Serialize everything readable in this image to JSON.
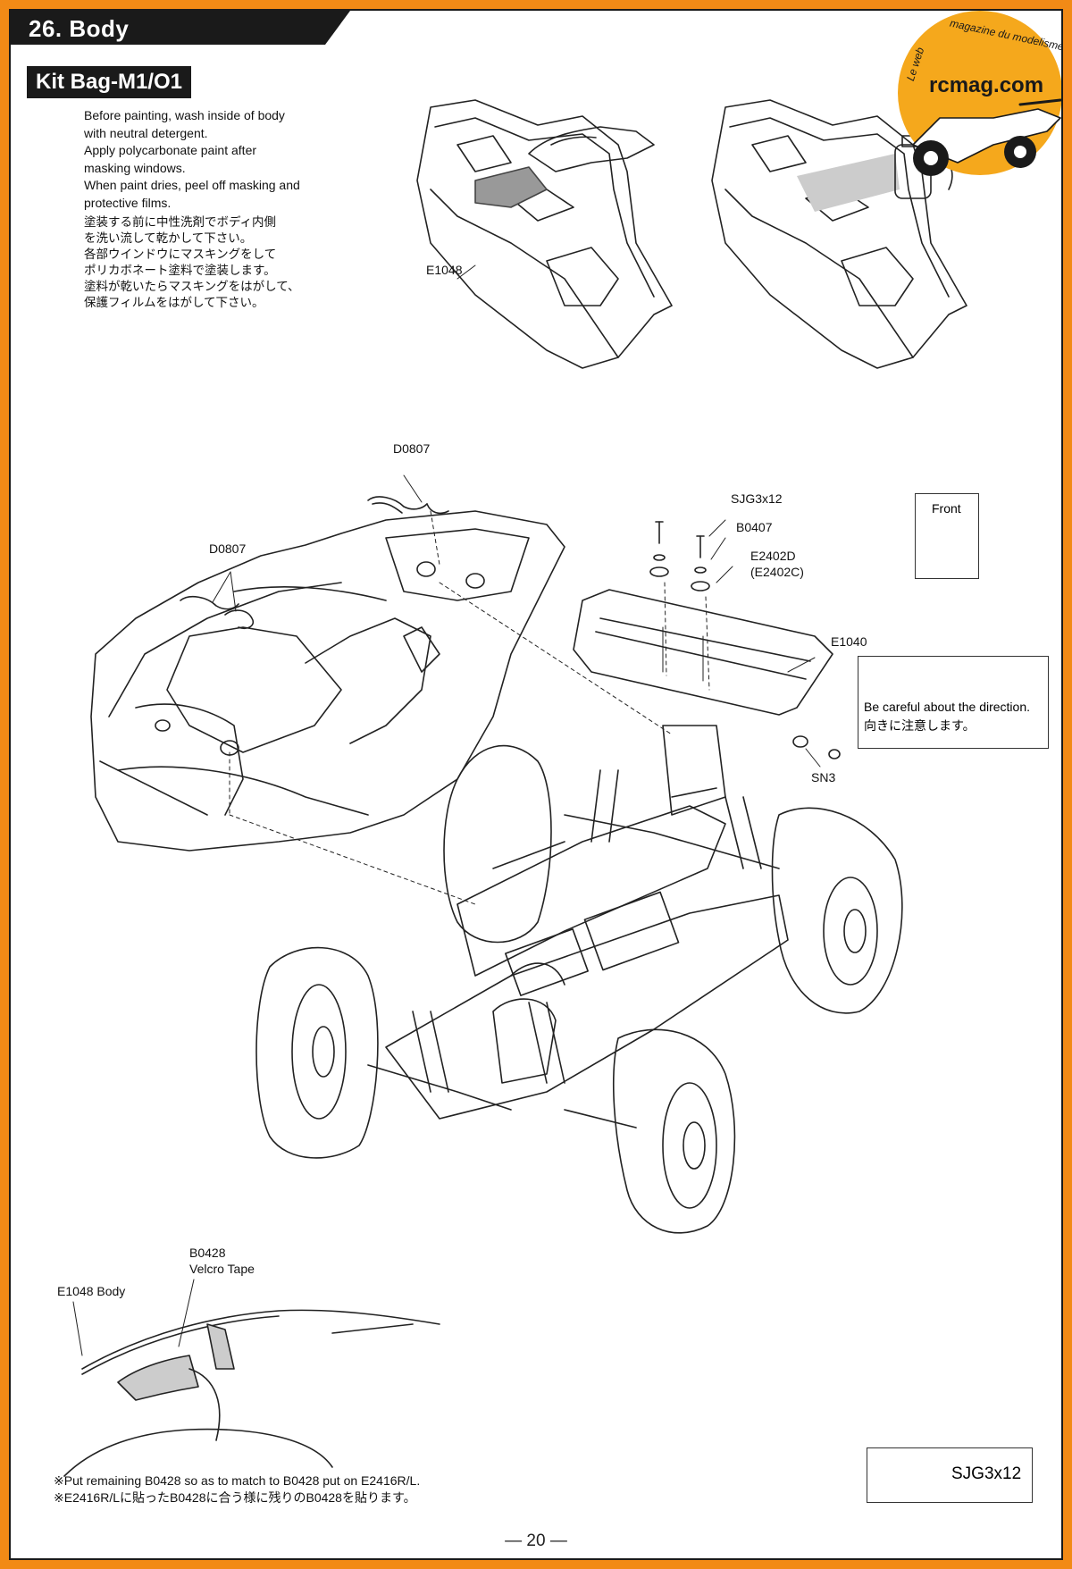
{
  "header": {
    "step_title": "26. Body",
    "kit_bag": "Kit Bag-M1/O1"
  },
  "instructions_en": [
    "Before painting, wash inside of body",
    "with neutral detergent.",
    "Apply polycarbonate paint after",
    "masking windows.",
    "When paint dries, peel off masking and",
    "protective films."
  ],
  "instructions_ja": [
    "塗装する前に中性洗剤でボディ内側",
    "を洗い流して乾かして下さい。",
    "各部ウインドウにマスキングをして",
    "ポリカボネート塗料で塗装します。",
    "塗料が乾いたらマスキングをはがして、",
    "保護フィルムをはがして下さい。"
  ],
  "parts": {
    "body_top": "E1048",
    "clip_a": "D0807",
    "clip_b": "D0807",
    "screw": "SJG3x12",
    "washer": "B0407",
    "wing_button": "E2402D",
    "wing_button_alt": "(E2402C)",
    "wing": "E1040",
    "nut": "SN3",
    "tape_code": "B0428",
    "tape_name": "Velcro Tape",
    "body_detail": "E1048  Body"
  },
  "front_box": {
    "label": "Front"
  },
  "caution": {
    "en": "Be careful about the direction.",
    "ja": "向きに注意します。"
  },
  "notes": {
    "en": "※Put remaining B0428 so as to match to B0428 put on E2416R/L.",
    "ja": "※E2416R/Lに貼ったB0428に合う様に残りのB0428を貼ります。"
  },
  "screw_box": {
    "label": "SJG3x12"
  },
  "footer": {
    "page_number": "— 20 —"
  },
  "logo": {
    "name": "rcmag.com",
    "tagline_top": "magazine du modelisme",
    "tagline_side": "Le web"
  },
  "colors": {
    "frame": "#f28a16",
    "banner": "#1a1a1a",
    "logo_bg": "#f5a81c"
  }
}
